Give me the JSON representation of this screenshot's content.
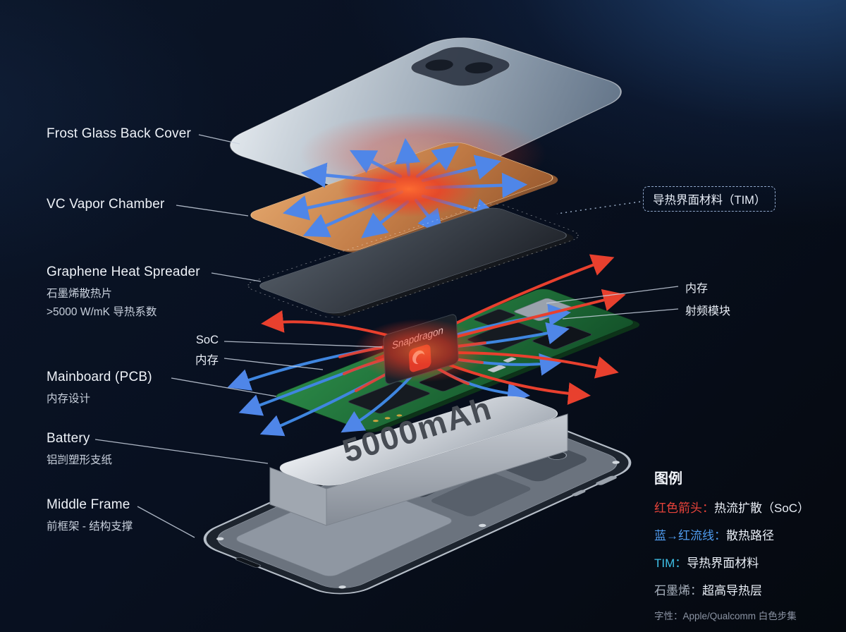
{
  "diagram": {
    "left_labels": {
      "frost_glass": {
        "title": "Frost Glass Back Cover"
      },
      "vc": {
        "title": "VC Vapor Chamber"
      },
      "graphene": {
        "title": "Graphene Heat Spreader",
        "sub1": "石墨烯散热片",
        "sub2": ">5000 W/mK 导热系数"
      },
      "soc": {
        "title": "SoC"
      },
      "soc_mem": {
        "title": "内存"
      },
      "mainboard": {
        "title": "Mainboard (PCB)",
        "sub1": "内存设计"
      },
      "battery": {
        "title": "Battery",
        "sub1": "铝剀塑形支纸"
      },
      "frame": {
        "title": "Middle Frame",
        "sub1": "前框架 - 结构支撑"
      }
    },
    "right_labels": {
      "tim": "导热界面材料（TIM）",
      "memory": "内存",
      "rf": "射频模块"
    },
    "artwork": {
      "soc_text": "Snapdragon",
      "battery_text": "5000mAh"
    }
  },
  "legend": {
    "title": "图例",
    "items": [
      {
        "term": "红色箭头：",
        "desc": "热流扩散（SoC）",
        "color": "#e8433a"
      },
      {
        "term": "蓝→红流线：",
        "desc": "散热路径",
        "color": "#4f9bee"
      },
      {
        "term": "TIM：",
        "desc": "导热界面材料",
        "color": "#3fc1e8"
      },
      {
        "term": "石墨烯：",
        "desc": "超高导热层",
        "color": "#a7b0bc"
      }
    ],
    "footer": "字性：Apple/Qualcomm 白色步集"
  },
  "colors": {
    "background": "#060d1c",
    "background_glow": "#2f62a5",
    "hot_accent": "#e8402e",
    "cool_accent": "#4f86e8",
    "copper": "#c07a45",
    "pcb_green": "#1d6b35"
  }
}
